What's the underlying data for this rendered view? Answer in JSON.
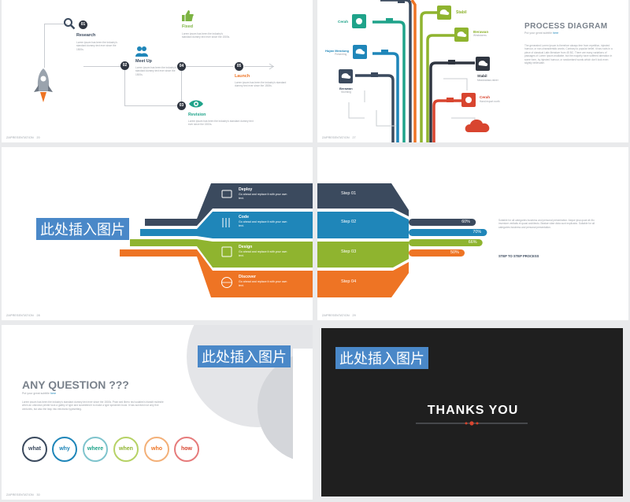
{
  "footer": {
    "brand": "ZAPRESENTATION",
    "p20": "20",
    "p27": "27",
    "p28": "28",
    "p29": "29",
    "p30": "30"
  },
  "slide1": {
    "steps": [
      {
        "num": "01",
        "title": "Research",
        "text": "Lorem ipsum has been the industry's standard dummy text ever since the 1500s."
      },
      {
        "num": "02",
        "title": "Meet Up",
        "text": "Lorem ipsum has been the industry's standard dummy text ever since the 1500s."
      },
      {
        "num": "03",
        "title": "Revision",
        "text": "Lorem ipsum has been the industry's standard dummy text ever since the 1500s."
      },
      {
        "num": "04",
        "title": "Fixed",
        "text": "Lorem ipsum has been the industry's standard dummy text ever since the 1500s."
      },
      {
        "num": "05",
        "title": "Launch",
        "text": "Lorem ipsum has been the industry's standard dummy text ever since the 1500s."
      }
    ]
  },
  "slide2": {
    "title": "PROCESS DIAGRAM",
    "subtitle_pre": "Put your great subtitle ",
    "subtitle_link": "here",
    "body": "The generated Lorem Ipsum is therefore always free from repetition, injected humour, or non-characteristic words. Contrary to popular belief, it has roots in a piece of classical Latin literature from 45 BC. There are many variations of passages of Lorem Ipsum available, but the majority have suffered alteration in some form, by injected humour, or randomised words which don't look even slightly believable.",
    "weather": [
      {
        "name": "Cerah",
        "sub": ""
      },
      {
        "name": "Hujan Mendung",
        "sub": "Presenting"
      },
      {
        "name": "Berawan",
        "sub": "Storming"
      },
      {
        "name": "Stabil",
        "sub": ""
      },
      {
        "name": "Berawan",
        "sub": "Windstorms"
      },
      {
        "name": "Stabil",
        "sub": "Meadowlass rainer"
      },
      {
        "name": "Cerah",
        "sub": "Hand export north"
      }
    ]
  },
  "slide3": {
    "placeholder": "此处插入图片",
    "bands": [
      {
        "title": "Deploy",
        "text": "Go ahead and replace it with your own text."
      },
      {
        "title": "Code",
        "text": "Go ahead and replace it with your own text."
      },
      {
        "title": "Design",
        "text": "Go ahead and replace it with your own text."
      },
      {
        "title": "Discover",
        "text": "Go ahead and replace it with your own text."
      }
    ]
  },
  "slide4": {
    "steps": [
      "Step 01",
      "Step 02",
      "Step 03",
      "Step 04"
    ],
    "bars": [
      {
        "label": "60%",
        "value": 60
      },
      {
        "label": "70%",
        "value": 70
      },
      {
        "label": "66%",
        "value": 66
      },
      {
        "label": "50%",
        "value": 50
      }
    ],
    "desc": "Suitable for all categories business and personal presentation. Aeque ipsa quae ab illo inventore veritatis et quasi architecto. Beatae vitae dicta sunt explicabo. Suitable for all categories business and personal presentation.",
    "caption": "STEP TO STEP PROCESS"
  },
  "slide5": {
    "placeholder": "此处插入图片",
    "title": "ANY QUESTION ???",
    "subtitle_pre": "Put your great subtitle ",
    "subtitle_link": "here",
    "body": "Lorem ipsum has been the industry's standard dummy text ever since the 1500s. Proin sed libero nisl sodales's blandit molestie when an unknown printer took a galley of type and scrambled it to make a type specimen book. It has survived not only five centuries, but also the leap into electronic typesetting.",
    "questions": [
      "what",
      "why",
      "where",
      "when",
      "who",
      "how"
    ]
  },
  "slide6": {
    "placeholder": "此处插入图片",
    "thanks": "THANKS YOU"
  },
  "colors": {
    "navy": "#3b4a5e",
    "blue": "#1f86b9",
    "green": "#8fb42f",
    "orange": "#ee7424",
    "dark": "#1f1f1f"
  }
}
